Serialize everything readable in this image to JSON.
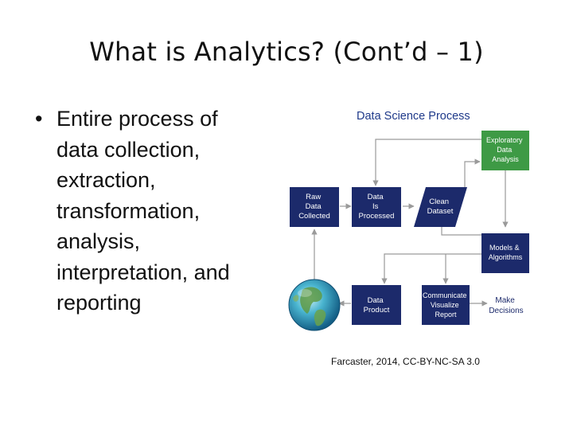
{
  "slide": {
    "title": "What is Analytics? (Cont’d – 1)",
    "bullet_marker": "•",
    "bullet_lines": [
      "Entire process of",
      "data collection,",
      "extraction,",
      "transformation,",
      "analysis,",
      "interpretation, and",
      "reporting"
    ],
    "caption": "Farcaster, 2014, CC-BY-NC-SA 3.0"
  },
  "diagram": {
    "title": "Data Science Process",
    "boxes": {
      "raw": [
        "Raw",
        "Data",
        "Collected"
      ],
      "processed": [
        "Data",
        "Is",
        "Processed"
      ],
      "clean": [
        "Clean",
        "Dataset"
      ],
      "eda": [
        "Exploratory",
        "Data",
        "Analysis"
      ],
      "models": [
        "Models &",
        "Algorithms"
      ],
      "product": [
        "Data",
        "Product"
      ],
      "communicate": [
        "Communicate",
        "Visualize",
        "Report"
      ]
    },
    "decisions": [
      "Make",
      "Decisions"
    ],
    "colors": {
      "title": "#1f3a8a",
      "dark_box": "#1c2a6b",
      "green_box": "#3e9a45",
      "box_text": "#ffffff",
      "arrow": "#9a9a9a"
    }
  }
}
